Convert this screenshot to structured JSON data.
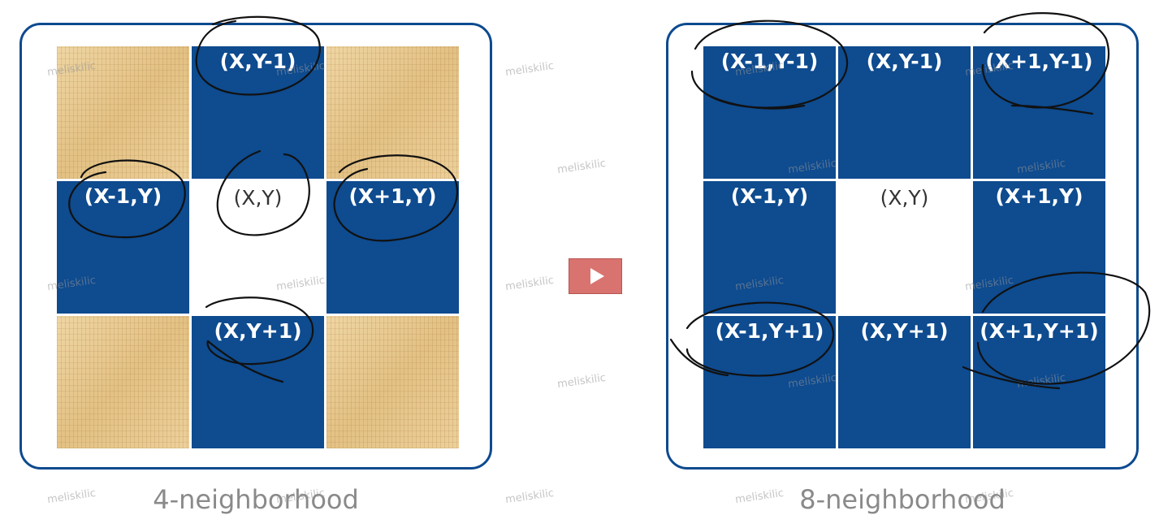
{
  "left_diagram": {
    "caption": "4-neighborhood",
    "cells": {
      "top": "(X,Y-1)",
      "left": "(X-1,Y)",
      "center": "(X,Y)",
      "right": "(X+1,Y)",
      "bottom": "(X,Y+1)"
    }
  },
  "right_diagram": {
    "caption": "8-neighborhood",
    "cells": {
      "top_left": "(X-1,Y-1)",
      "top": "(X,Y-1)",
      "top_right": "(X+1,Y-1)",
      "left": "(X-1,Y)",
      "center": "(X,Y)",
      "right": "(X+1,Y)",
      "bottom_left": "(X-1,Y+1)",
      "bottom": "(X,Y+1)",
      "bottom_right": "(X+1,Y+1)"
    }
  },
  "watermark": "meliskilic",
  "colors": {
    "cell_blue": "#0e4b8f",
    "border_blue": "#0d4a8f",
    "papyrus": "#e8c98f",
    "play_button": "#d9736f",
    "caption_gray": "#8a8a8a"
  },
  "icons": {
    "play": "play-icon"
  }
}
